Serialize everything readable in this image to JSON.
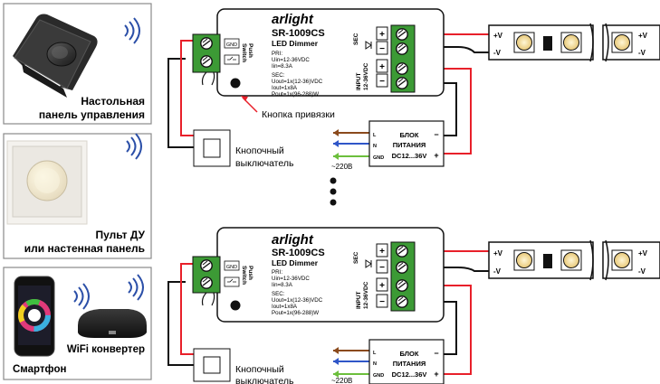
{
  "panels": {
    "desk": {
      "line1": "Настольная",
      "line2": "панель управления"
    },
    "remote": {
      "line1": "Пульт ДУ",
      "line2": "или настенная панель"
    },
    "phone": {
      "wifi": "WiFi конвертер",
      "phone": "Смартфон"
    }
  },
  "dimmer": {
    "brand": "arlight",
    "model": "SR-1009CS",
    "subtitle": "LED Dimmer",
    "pri_title": "PRI:",
    "pri_uin": "Uin=12-36VDC",
    "pri_iin": "Iin=8.3A",
    "sec_title": "SEC:",
    "sec_uout": "Uout=1x(12-36)VDC",
    "sec_iout": "Iout=1x8A",
    "sec_pout": "Pout=1x(96-288)W",
    "gnd": "GND",
    "push": "Push",
    "switch": "Switch",
    "sec_label": "SEC",
    "input_label": "INPUT",
    "input_voltage": "12-36VDC",
    "plus": "+",
    "minus": "−"
  },
  "callouts": {
    "bind_button": "Кнопка привязки",
    "push_button_line1": "Кнопочный",
    "push_button_line2": "выключатель"
  },
  "psu": {
    "line1": "БЛОК",
    "line2": "ПИТАНИЯ",
    "line3": "DC12...36V",
    "l": "L",
    "n": "N",
    "gnd": "GND",
    "mains": "~220В",
    "minus": "−",
    "plus": "+"
  },
  "strip": {
    "plus": "+V",
    "minus": "-V"
  },
  "colors": {
    "red": "#e8202a",
    "green": "#3c9a35",
    "brown": "#8b4a1c",
    "blue": "#2f56c8",
    "gnd_green": "#6cbf3c"
  }
}
